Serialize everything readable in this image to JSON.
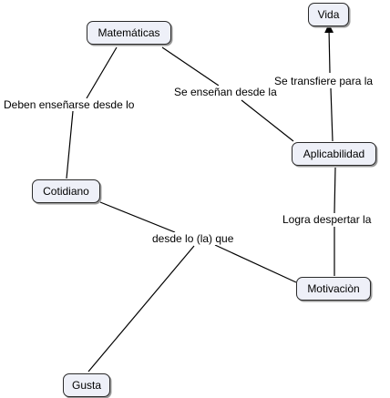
{
  "nodes": {
    "matematicas": "Matemáticas",
    "vida": "Vida",
    "aplicabilidad": "Aplicabilidad",
    "cotidiano": "Cotidiano",
    "motivacion": "Motivaciòn",
    "gusta": "Gusta"
  },
  "links": {
    "deben_ensenarse": "Deben enseñarse desde lo",
    "se_ensenan": "Se enseñan desde la",
    "se_transfiere": "Se transfiere para la",
    "logra_despertar": "Logra despertar la",
    "desde_lo_la_que": "desde lo (la) que"
  }
}
